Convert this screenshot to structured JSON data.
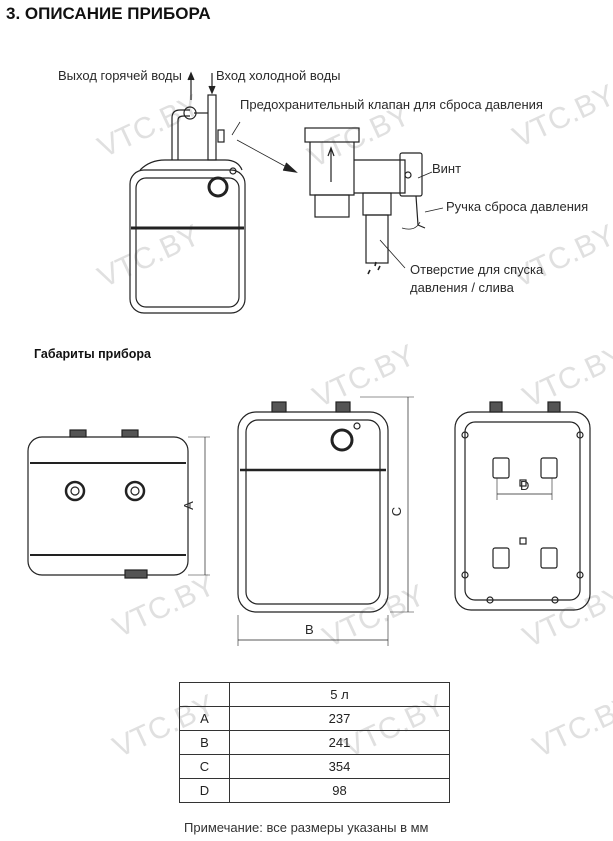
{
  "section_title": "3. ОПИСАНИЕ ПРИБОРА",
  "watermark": "VTC.BY",
  "diagram_labels": {
    "hot_out": "Выход горячей воды",
    "cold_in": "Вход холодной воды",
    "safety_valve": "Предохранительный клапан для сброса давления",
    "screw": "Винт",
    "handle": "Ручка сброса давления",
    "drain_line1": "Отверстие для спуска",
    "drain_line2": "давления / слива"
  },
  "dimensions_title": "Габариты прибора",
  "dim_letters": {
    "a": "A",
    "b": "B",
    "c": "C",
    "d": "D"
  },
  "table": {
    "header": [
      "",
      "5 л"
    ],
    "rows": [
      [
        "A",
        "237"
      ],
      [
        "B",
        "241"
      ],
      [
        "C",
        "354"
      ],
      [
        "D",
        "98"
      ]
    ]
  },
  "note": "Примечание: все размеры указаны в мм"
}
